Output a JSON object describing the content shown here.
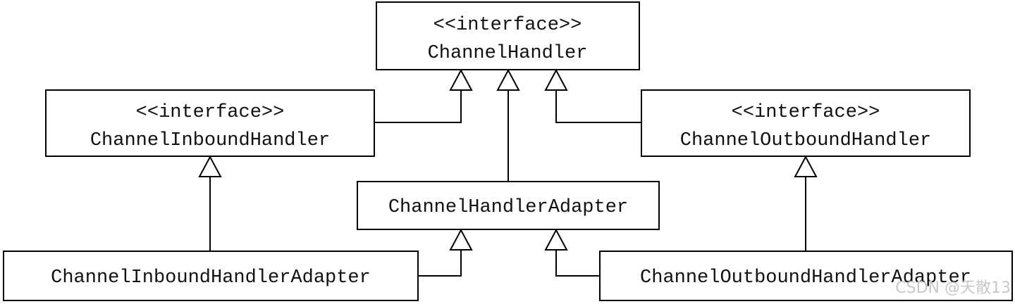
{
  "nodes": {
    "channel_handler": {
      "stereotype": "<<interface>>",
      "name": "ChannelHandler"
    },
    "channel_inbound_handler": {
      "stereotype": "<<interface>>",
      "name": "ChannelInboundHandler"
    },
    "channel_outbound_handler": {
      "stereotype": "<<interface>>",
      "name": "ChannelOutboundHandler"
    },
    "channel_handler_adapter": {
      "name": "ChannelHandlerAdapter"
    },
    "channel_inbound_handler_adapter": {
      "name": "ChannelInboundHandlerAdapter"
    },
    "channel_outbound_handler_adapter": {
      "name": "ChannelOutboundHandlerAdapter"
    }
  },
  "relations": [
    {
      "from": "ChannelInboundHandler",
      "to": "ChannelHandler",
      "type": "generalization"
    },
    {
      "from": "ChannelHandlerAdapter",
      "to": "ChannelHandler",
      "type": "generalization"
    },
    {
      "from": "ChannelOutboundHandler",
      "to": "ChannelHandler",
      "type": "generalization"
    },
    {
      "from": "ChannelInboundHandlerAdapter",
      "to": "ChannelInboundHandler",
      "type": "generalization"
    },
    {
      "from": "ChannelInboundHandlerAdapter",
      "to": "ChannelHandlerAdapter",
      "type": "generalization"
    },
    {
      "from": "ChannelOutboundHandlerAdapter",
      "to": "ChannelHandlerAdapter",
      "type": "generalization"
    },
    {
      "from": "ChannelOutboundHandlerAdapter",
      "to": "ChannelOutboundHandler",
      "type": "generalization"
    }
  ],
  "watermark": "CSDN @天散13",
  "colors": {
    "line": "#000000",
    "text": "#111111",
    "watermark": "#c8c8c8"
  }
}
